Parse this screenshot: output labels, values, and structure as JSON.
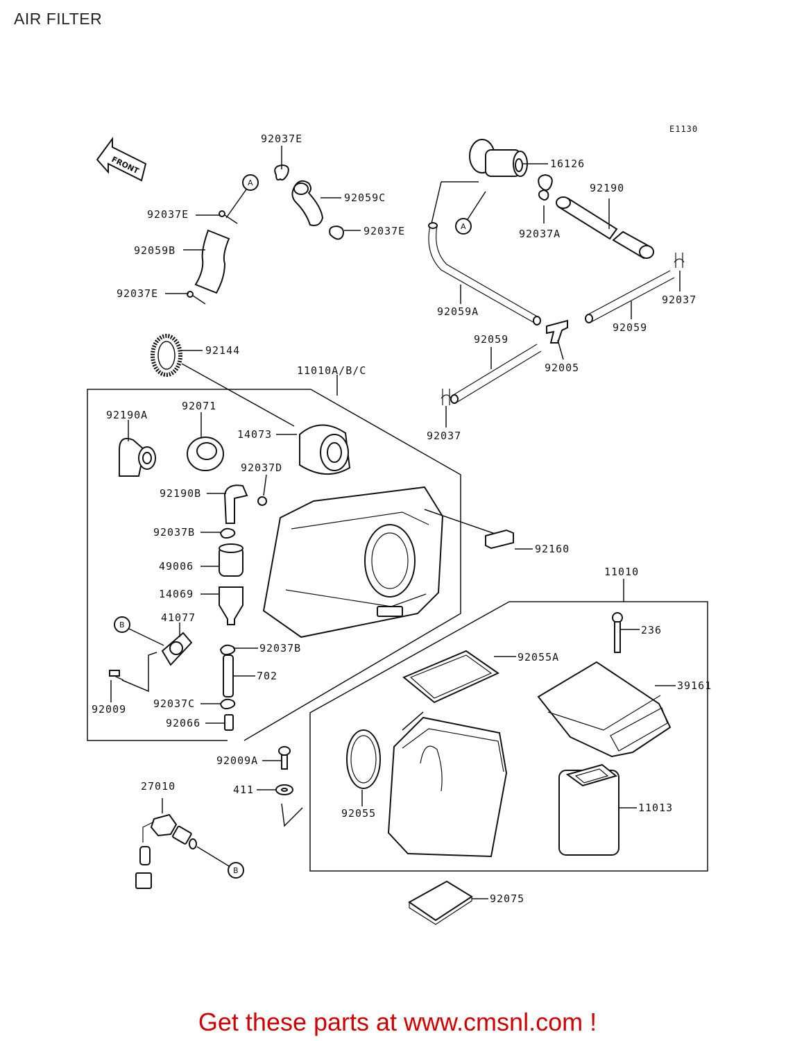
{
  "title": "AIR FILTER",
  "diagram_code": "E1130",
  "front_label": "FRONT",
  "callout_a": "A",
  "callout_b": "B",
  "parts": {
    "p92037E_top": "92037E",
    "p92037E_l1": "92037E",
    "p92037E_r": "92037E",
    "p92037E_l2": "92037E",
    "p92059C": "92059C",
    "p92059B": "92059B",
    "p16126": "16126",
    "p92190": "92190",
    "p92037A": "92037A",
    "p92059A": "92059A",
    "p92037_r": "92037",
    "p92059_r": "92059",
    "p92059_m": "92059",
    "p92005": "92005",
    "p92037_m": "92037",
    "p92144": "92144",
    "p11010ABC": "11010A/B/C",
    "p92190A": "92190A",
    "p92071": "92071",
    "p14073": "14073",
    "p92037D": "92037D",
    "p92190B": "92190B",
    "p92037B_1": "92037B",
    "p49006": "49006",
    "p14069": "14069",
    "p41077": "41077",
    "p92037B_2": "92037B",
    "p702": "702",
    "p92009": "92009",
    "p92037C": "92037C",
    "p92066": "92066",
    "p92160": "92160",
    "p11010": "11010",
    "p236": "236",
    "p92055A": "92055A",
    "p39161": "39161",
    "p92009A": "92009A",
    "p411": "411",
    "p27010": "27010",
    "p92055": "92055",
    "p11013": "11013",
    "p92075": "92075"
  },
  "footer": "Get these parts at www.cmsnl.com !"
}
